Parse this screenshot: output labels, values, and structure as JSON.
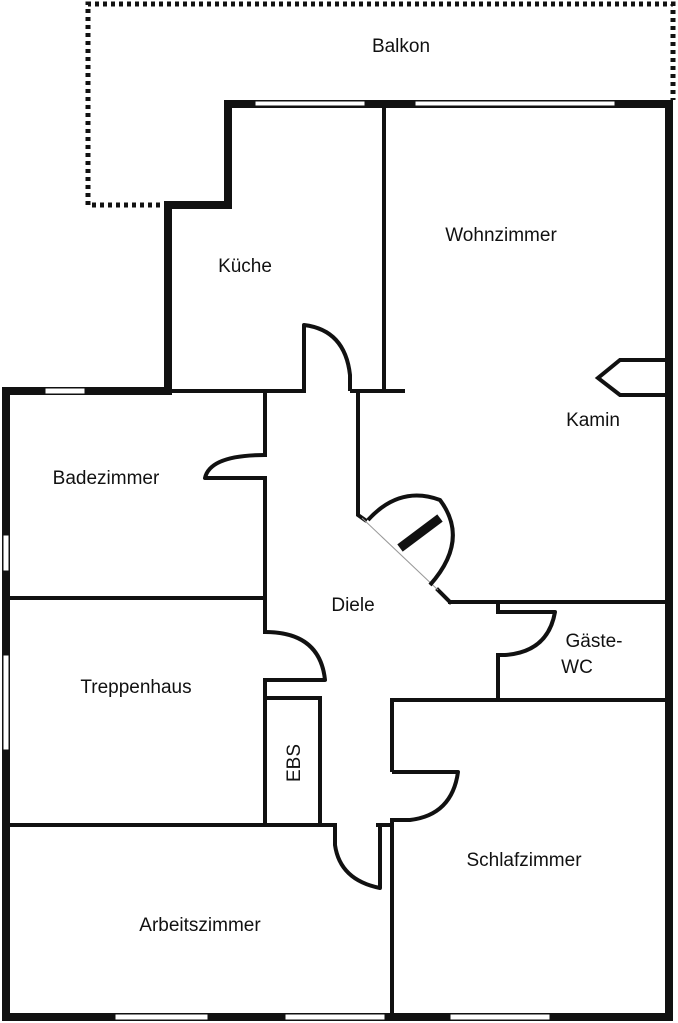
{
  "floorplan": {
    "rooms": {
      "balkon": "Balkon",
      "wohnzimmer": "Wohnzimmer",
      "kueche": "Küche",
      "kamin": "Kamin",
      "badezimmer": "Badezimmer",
      "diele": "Diele",
      "gaeste_wc_line1": "Gäste-",
      "gaeste_wc_line2": "WC",
      "treppenhaus": "Treppenhaus",
      "ebs": "EBS",
      "schlafzimmer": "Schlafzimmer",
      "arbeitszimmer": "Arbeitszimmer"
    }
  }
}
